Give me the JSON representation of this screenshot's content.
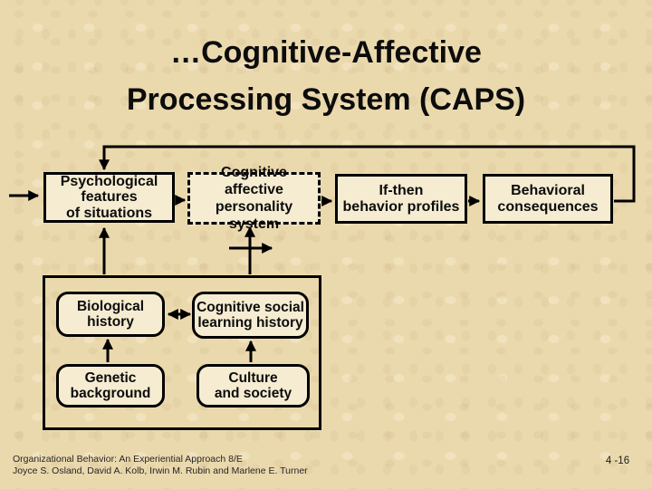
{
  "slide": {
    "title": {
      "line1": "…Cognitive-Affective",
      "line2": "Processing System (CAPS)"
    },
    "footer": {
      "line1": "Organizational Behavior: An Experiential Approach 8/E",
      "line2": "Joyce S. Osland, David A. Kolb, Irwin M. Rubin and Marlene E. Turner",
      "page_number": "4 -16"
    }
  },
  "diagram": {
    "flow_boxes": [
      {
        "id": "psychological-features",
        "border": "solid",
        "label": [
          "Psychological",
          "features",
          "of situations"
        ]
      },
      {
        "id": "cognitive-affective-personality-system",
        "border": "dashed",
        "label": [
          "Cognitive affective",
          "personality system"
        ]
      },
      {
        "id": "if-then-behavior-profiles",
        "border": "solid",
        "label": [
          "If-then",
          "behavior profiles"
        ]
      },
      {
        "id": "behavioral-consequences",
        "border": "solid",
        "label": [
          "Behavioral",
          "consequences"
        ]
      }
    ],
    "history_boxes": [
      {
        "id": "biological-history",
        "label": [
          "Biological",
          "history"
        ]
      },
      {
        "id": "cognitive-social-learning-history",
        "label": [
          "Cognitive social",
          "learning history"
        ]
      },
      {
        "id": "genetic-background",
        "label": [
          "Genetic",
          "background"
        ]
      },
      {
        "id": "culture-and-society",
        "label": [
          "Culture",
          "and society"
        ]
      }
    ],
    "colors": {
      "background": "#ebd9ae",
      "box_fill": "#f5ecd2",
      "line": "#000000"
    }
  }
}
